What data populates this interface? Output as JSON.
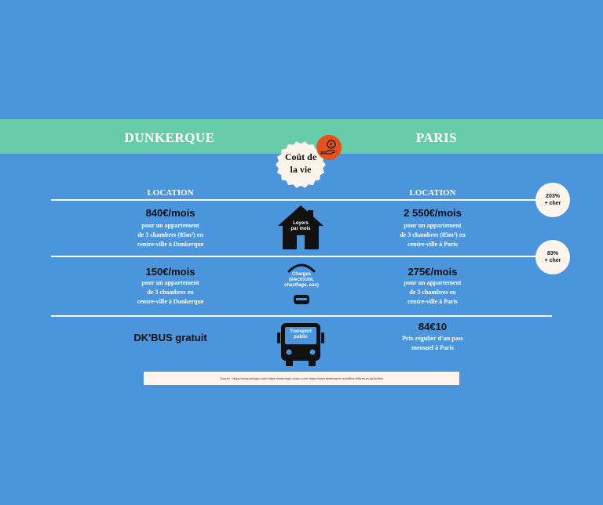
{
  "header": {
    "left_city": "DUNKERQUE",
    "right_city": "PARIS"
  },
  "badge": {
    "line1": "Coût de",
    "line2": "la vie",
    "icon": "money-hand-icon"
  },
  "sections": {
    "location_left": "LOCATION",
    "location_right": "LOCATION"
  },
  "rent": {
    "left_price": "840€/mois",
    "left_desc": [
      "pour un appartement",
      "de 3 chambres (85m²) en",
      "centre-ville à Dunkerque"
    ],
    "icon_label": [
      "Loyers",
      "par mois"
    ],
    "right_price": "2 550€/mois",
    "right_desc": [
      "pour un appartement",
      "de 3 chambres (85m²) en",
      "centre-ville à Paris"
    ],
    "pct": "203%",
    "pct_sub": "+ cher"
  },
  "charges": {
    "left_price": "150€/mois",
    "left_desc": [
      "pour un appartement",
      "de 3 chambres en",
      "centre-ville à Dunkerque"
    ],
    "icon_label": [
      "Charges",
      "(électricité,",
      "chauffage, eau)"
    ],
    "right_price": "275€/mois",
    "right_desc": [
      "pour un appartement",
      "de 3 chambres en",
      "centre-ville à Paris"
    ],
    "pct": "83%",
    "pct_sub": "+ cher"
  },
  "transport": {
    "left_title": "DK'BUS gratuit",
    "icon_label": [
      "Transport",
      "public"
    ],
    "right_price": "84€10",
    "right_desc": [
      "Prix régulier d'un pass",
      "mensuel à Paris"
    ]
  },
  "source": "Source : https://www.seloger.com/ https://www.logic-immo.com/ https://www.iledefrance-mobilites.fr/titres-et-tarifs/liste",
  "colors": {
    "background": "#4a95dc",
    "band": "#66ccaa",
    "accent": "#e8501c",
    "cream": "#fdf5ec"
  }
}
